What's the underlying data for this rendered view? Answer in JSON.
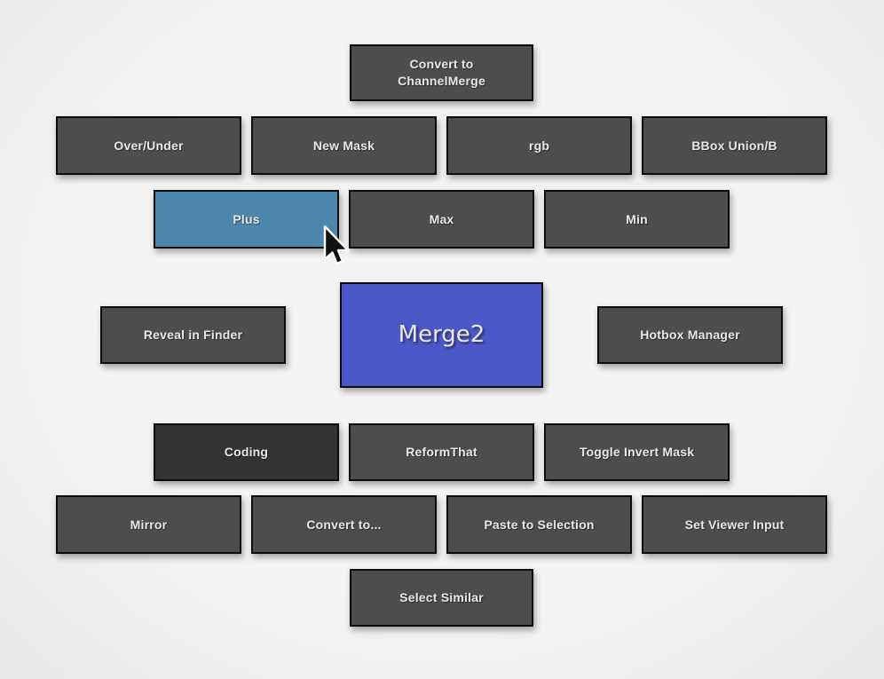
{
  "app": {
    "name": "hotbox popup menu",
    "description": "radial hotbox button menu over light gray backdrop"
  },
  "colors": {
    "background": "#f1f1f1",
    "button_fill": "#4d4d4d",
    "button_fill_dark": "#333333",
    "button_border": "#0c0c0c",
    "button_label": "#e8e8e6",
    "highlight_fill": "#4d86ab",
    "center_fill": "#4c57c8"
  },
  "hotbox": {
    "row1": {
      "label": "Convert to\nChannelMerge"
    },
    "row2": [
      "Over/Under",
      "New Mask",
      "rgb",
      "BBox Union/B"
    ],
    "row3": [
      "Plus",
      "Max",
      "Min"
    ],
    "middle": {
      "left": "Reveal in Finder",
      "center": "Merge2",
      "right": "Hotbox Manager"
    },
    "row5": [
      "Coding",
      "ReformThat",
      "Toggle Invert Mask"
    ],
    "row6": [
      "Mirror",
      "Convert to...",
      "Paste to Selection",
      "Set Viewer Input"
    ],
    "row7": {
      "label": "Select Similar"
    }
  },
  "cursor": {
    "icon": "arrow-pointer",
    "over": "Plus"
  }
}
